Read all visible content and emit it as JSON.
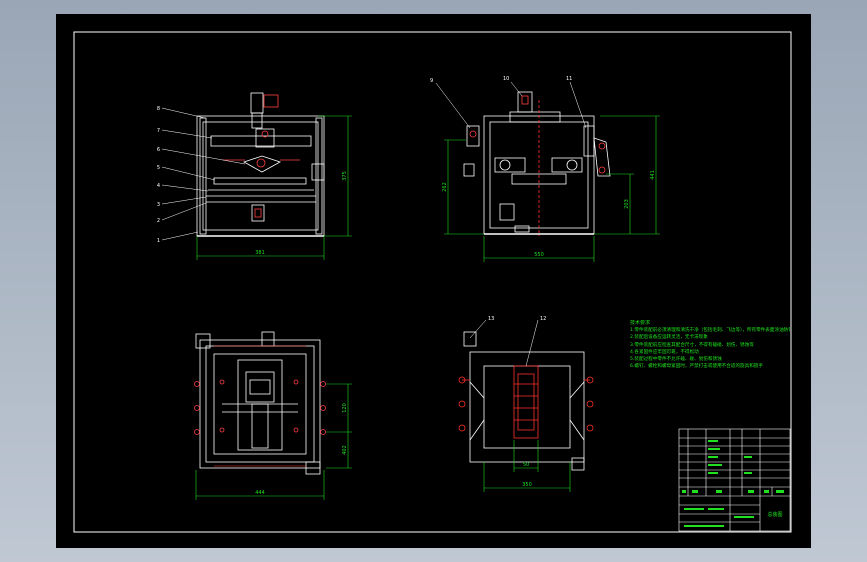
{
  "views": {
    "front": {
      "balloons": [
        "8",
        "7",
        "6",
        "5",
        "4",
        "3",
        "2",
        "1"
      ],
      "dim_width": "381",
      "dim_height": "375"
    },
    "side": {
      "balloons": [
        "9",
        "10",
        "11"
      ],
      "dim_width": "550",
      "dim_left": "262",
      "dim_right": "441",
      "dim_right_lower": "203"
    },
    "top": {
      "dim_width": "444",
      "dim_right_upper": "120",
      "dim_right_lower": "402"
    },
    "bottom": {
      "balloons": [
        "13",
        "12"
      ],
      "dim_inner": "50",
      "dim_width": "350"
    }
  },
  "tech_requirements": {
    "title": "技术要求",
    "lines": [
      "1.零件装配前必须清理和清洗干净（包括毛刺、飞边等），所有零件表面涂油防锈",
      "2.装配后设备应运转灵活，无卡滞现象",
      "3.零件装配前应检查其配合尺寸，不得有磕碰、划伤、锈蚀等",
      "4.各紧固件应牢固可靠，不得松动",
      "5.装配过程中零件不允许磕、碰、划伤和锈蚀",
      "6.螺钉、螺栓和螺母紧固时，严禁打击或使用不合适的旋具和扳手"
    ]
  },
  "title_block": {
    "label": "总装图"
  },
  "colors": {
    "sheet": "#000000",
    "frame": "#ffffff",
    "dimension": "#20e020",
    "part_lines": "#ffffff",
    "highlight": "#ff2020",
    "centerline": "#ff3030"
  }
}
